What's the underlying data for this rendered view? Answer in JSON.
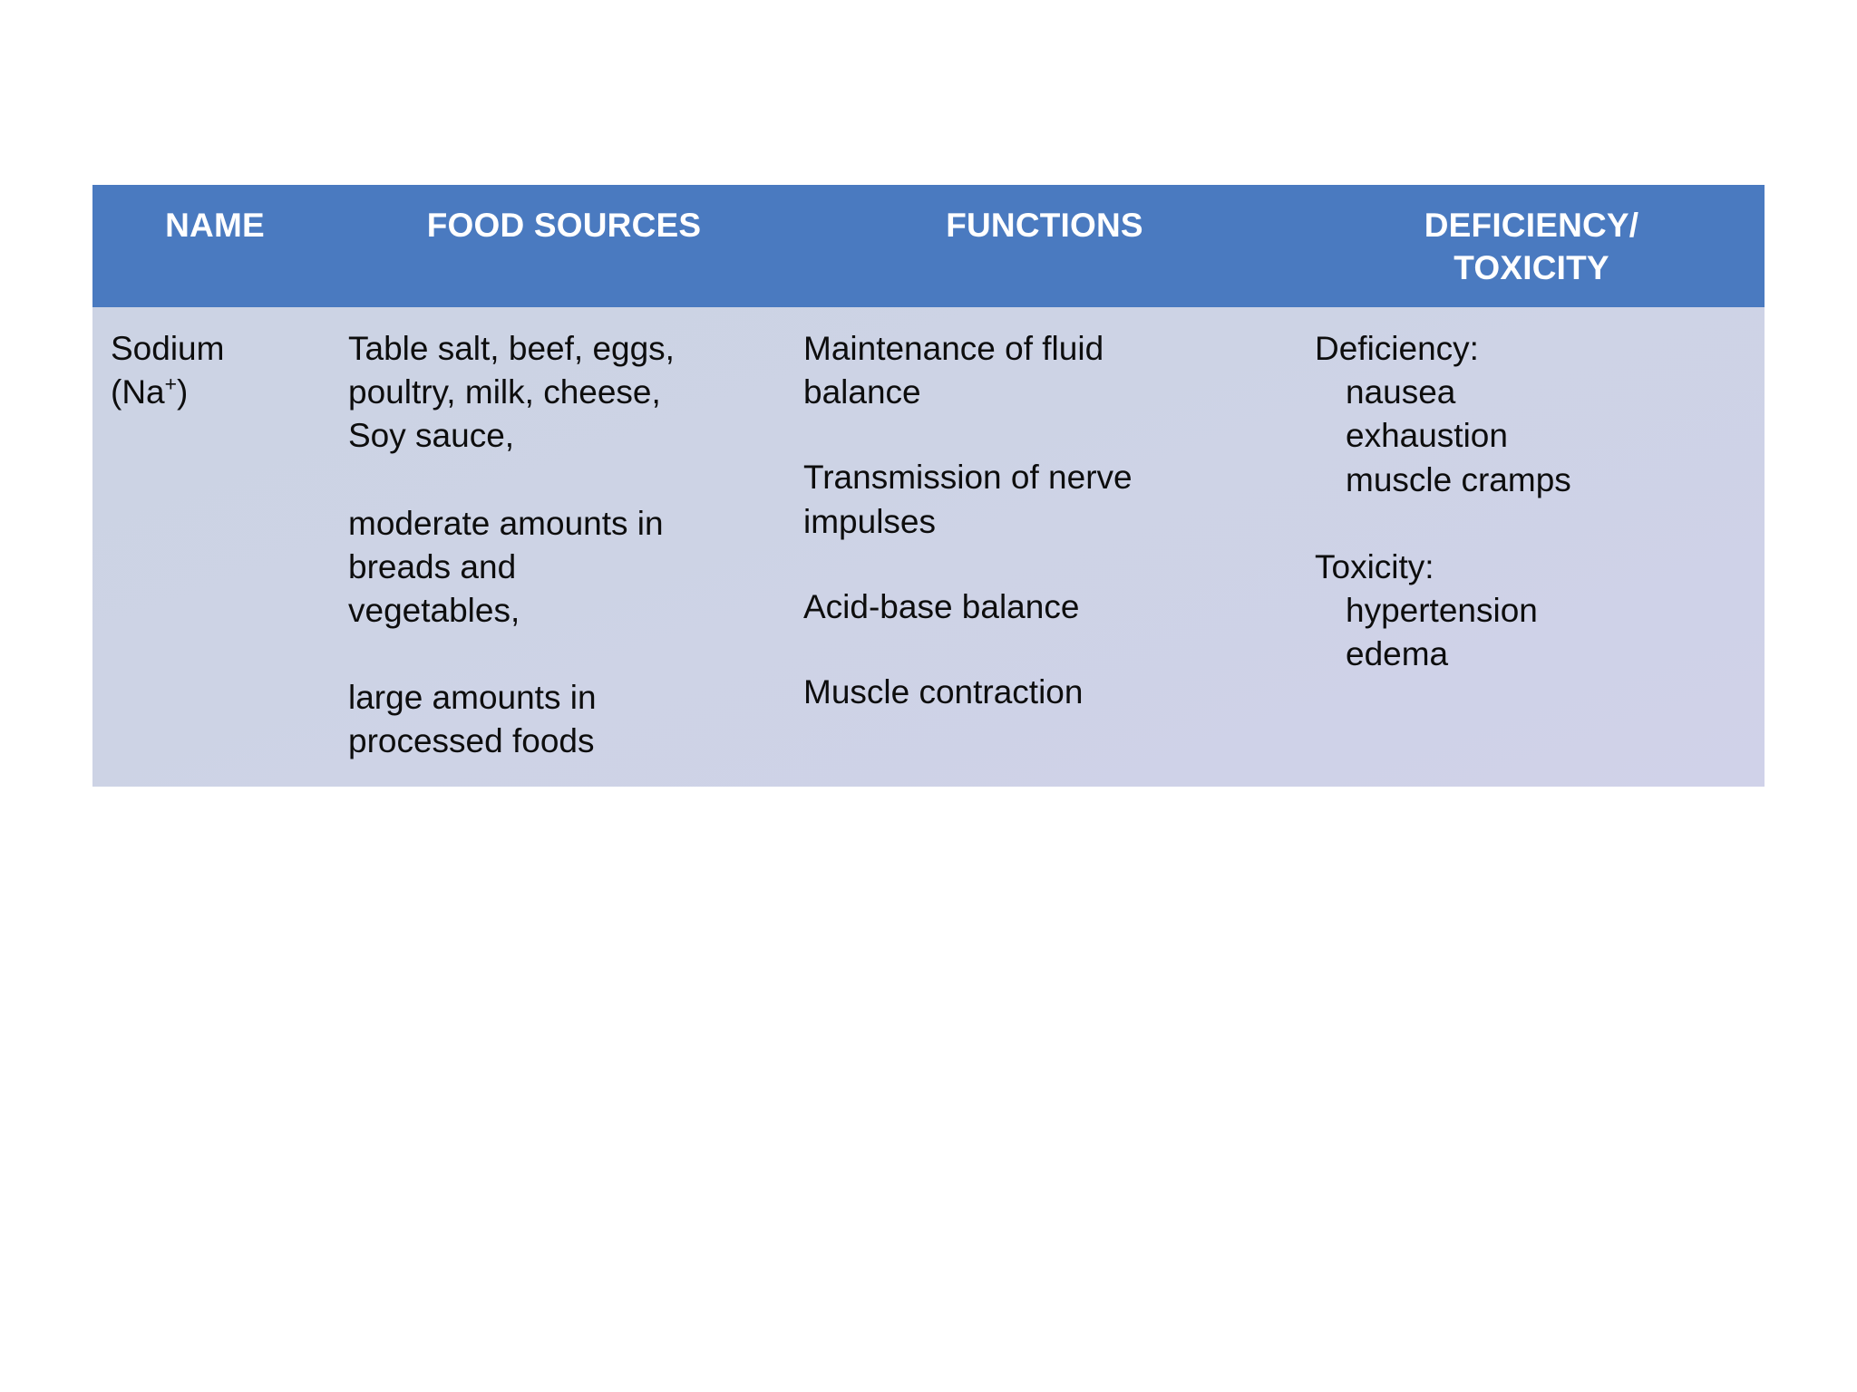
{
  "slide": {
    "background_color": "#FFFFFF",
    "header_color": "#4A7AC0",
    "body_color_top": "#CDD4E4",
    "body_color_bottom": "#CED2E8",
    "header_text_color": "#FFFFFF",
    "body_text_color": "#0D0D0D"
  },
  "table": {
    "headers": {
      "name": "NAME",
      "food_sources": "FOOD SOURCES",
      "functions": "FUNCTIONS",
      "deficiency_toxicity_line1": "DEFICIENCY/",
      "deficiency_toxicity_line2": "TOXICITY"
    },
    "rows": [
      {
        "name": {
          "line1": "Sodium",
          "line2_prefix": "(Na",
          "line2_sup": "+",
          "line2_suffix": ")"
        },
        "food_sources": {
          "para1_line1": "Table salt, beef, eggs,",
          "para1_line2": "poultry, milk, cheese,",
          "para1_line3": "Soy sauce,",
          "para2_line1": "moderate amounts in",
          "para2_line2": "breads and",
          "para2_line3": "vegetables,",
          "para3_line1": "large amounts in",
          "para3_line2": "processed foods"
        },
        "functions": {
          "item1_line1": "Maintenance of fluid",
          "item1_line2": "balance",
          "item2_line1": "Transmission of nerve",
          "item2_line2": "impulses",
          "item3_line1": "Acid-base balance",
          "item4_line1": "Muscle contraction"
        },
        "deficiency_toxicity": {
          "deficiency_label": "Deficiency:",
          "deficiency_items": [
            "nausea",
            "exhaustion",
            "muscle cramps"
          ],
          "toxicity_label": "Toxicity:",
          "toxicity_items": [
            "hypertension",
            "edema"
          ]
        }
      }
    ]
  }
}
